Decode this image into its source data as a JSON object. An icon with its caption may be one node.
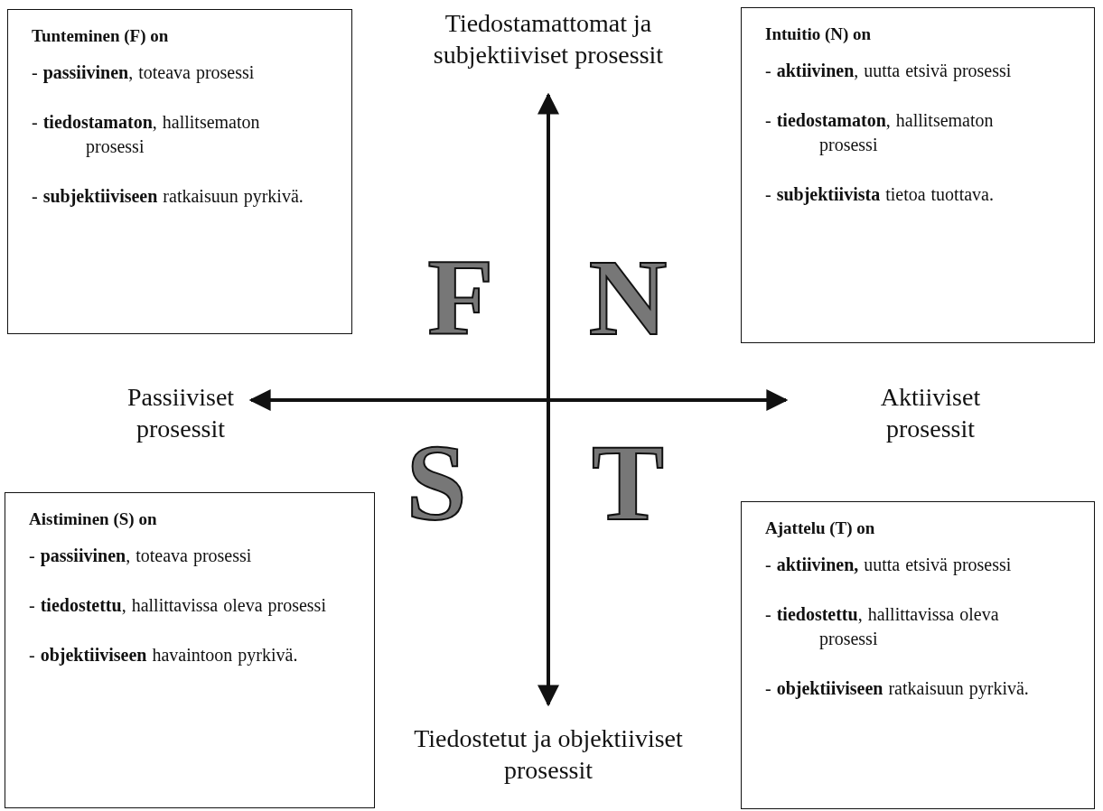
{
  "diagram": {
    "nodes": [
      {
        "text": [
          "Tunteminen (F) on",
          "- **passiivinen**, toteava prosessi",
          "- **tiedostamaton**, hallitsematon prosessi",
          "- **subjektiiviseen** ratkaisuun pyrkivä."
        ]
      },
      {
        "text": [
          "Intuitio (N) on",
          "- **aktiivinen**, uutta etsivä prosessi",
          "- **tiedostamaton**, hallitsematon prosessi",
          "- **subjektiivista** tietoa tuottava."
        ]
      },
      {
        "text": [
          "Aistiminen (S) on",
          "- **passiivinen**, toteava prosessi",
          "- **tiedostettu**, hallittavissa oleva prosessi",
          "- **objektiiviseen** havaintoon pyrkivä."
        ]
      },
      {
        "text": [
          "Ajattelu (T) on",
          "- **aktiivinen,** uutta etsivä prosessi",
          "- **tiedostettu**, hallittavissa oleva prosessi",
          "- **objektiiviseen** ratkaisuun pyrkivä."
        ]
      }
    ],
    "labels": [
      "Tiedostamattomat ja subjektiiviset prosessit",
      "F",
      "N",
      "Passiiviset prosessit",
      "Aktiiviset prosessit",
      "S",
      "T",
      "Tiedostetut ja objektiiviset prosessit"
    ]
  }
}
